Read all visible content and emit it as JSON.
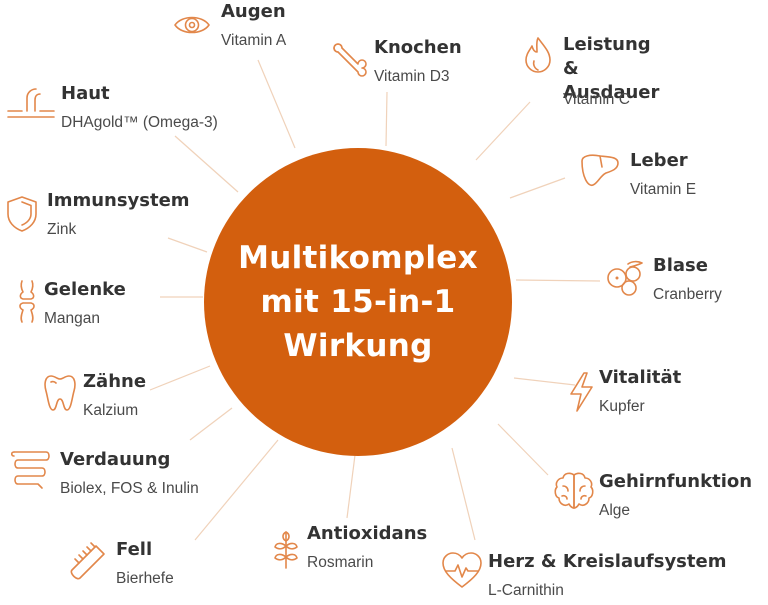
{
  "center": {
    "title": "Multikomplex mit 15-in-1 Wirkung"
  },
  "colors": {
    "circle": "#d35f0e",
    "icon": "#e2874a",
    "connector": "#f0d2ba",
    "text": "#333333"
  },
  "benefits": [
    {
      "title": "Augen",
      "subtitle": "Vitamin A",
      "icon": "eye-icon"
    },
    {
      "title": "Knochen",
      "subtitle": "Vitamin D3",
      "icon": "bone-icon"
    },
    {
      "title": "Leistung\n& Ausdauer",
      "subtitle": "Vitamin C",
      "icon": "flame-icon"
    },
    {
      "title": "Haut",
      "subtitle": "DHAgold™ (Omega-3)",
      "icon": "skin-icon"
    },
    {
      "title": "Leber",
      "subtitle": "Vitamin E",
      "icon": "liver-icon"
    },
    {
      "title": "Immunsystem",
      "subtitle": "Zink",
      "icon": "shield-icon"
    },
    {
      "title": "Blase",
      "subtitle": "Cranberry",
      "icon": "berries-icon"
    },
    {
      "title": "Gelenke",
      "subtitle": "Mangan",
      "icon": "joint-icon"
    },
    {
      "title": "Zähne",
      "subtitle": "Kalzium",
      "icon": "tooth-icon"
    },
    {
      "title": "Vitalität",
      "subtitle": "Kupfer",
      "icon": "lightning-icon"
    },
    {
      "title": "Verdauung",
      "subtitle": "Biolex, FOS & Inulin",
      "icon": "intestine-icon"
    },
    {
      "title": "Gehirnfunktion",
      "subtitle": "Alge",
      "icon": "brain-icon"
    },
    {
      "title": "Antioxidans",
      "subtitle": "Rosmarin",
      "icon": "herb-icon"
    },
    {
      "title": "Fell",
      "subtitle": "Bierhefe",
      "icon": "comb-icon"
    },
    {
      "title": "Herz & Kreislaufsystem",
      "subtitle": "L-Carnithin",
      "icon": "heart-icon"
    }
  ]
}
